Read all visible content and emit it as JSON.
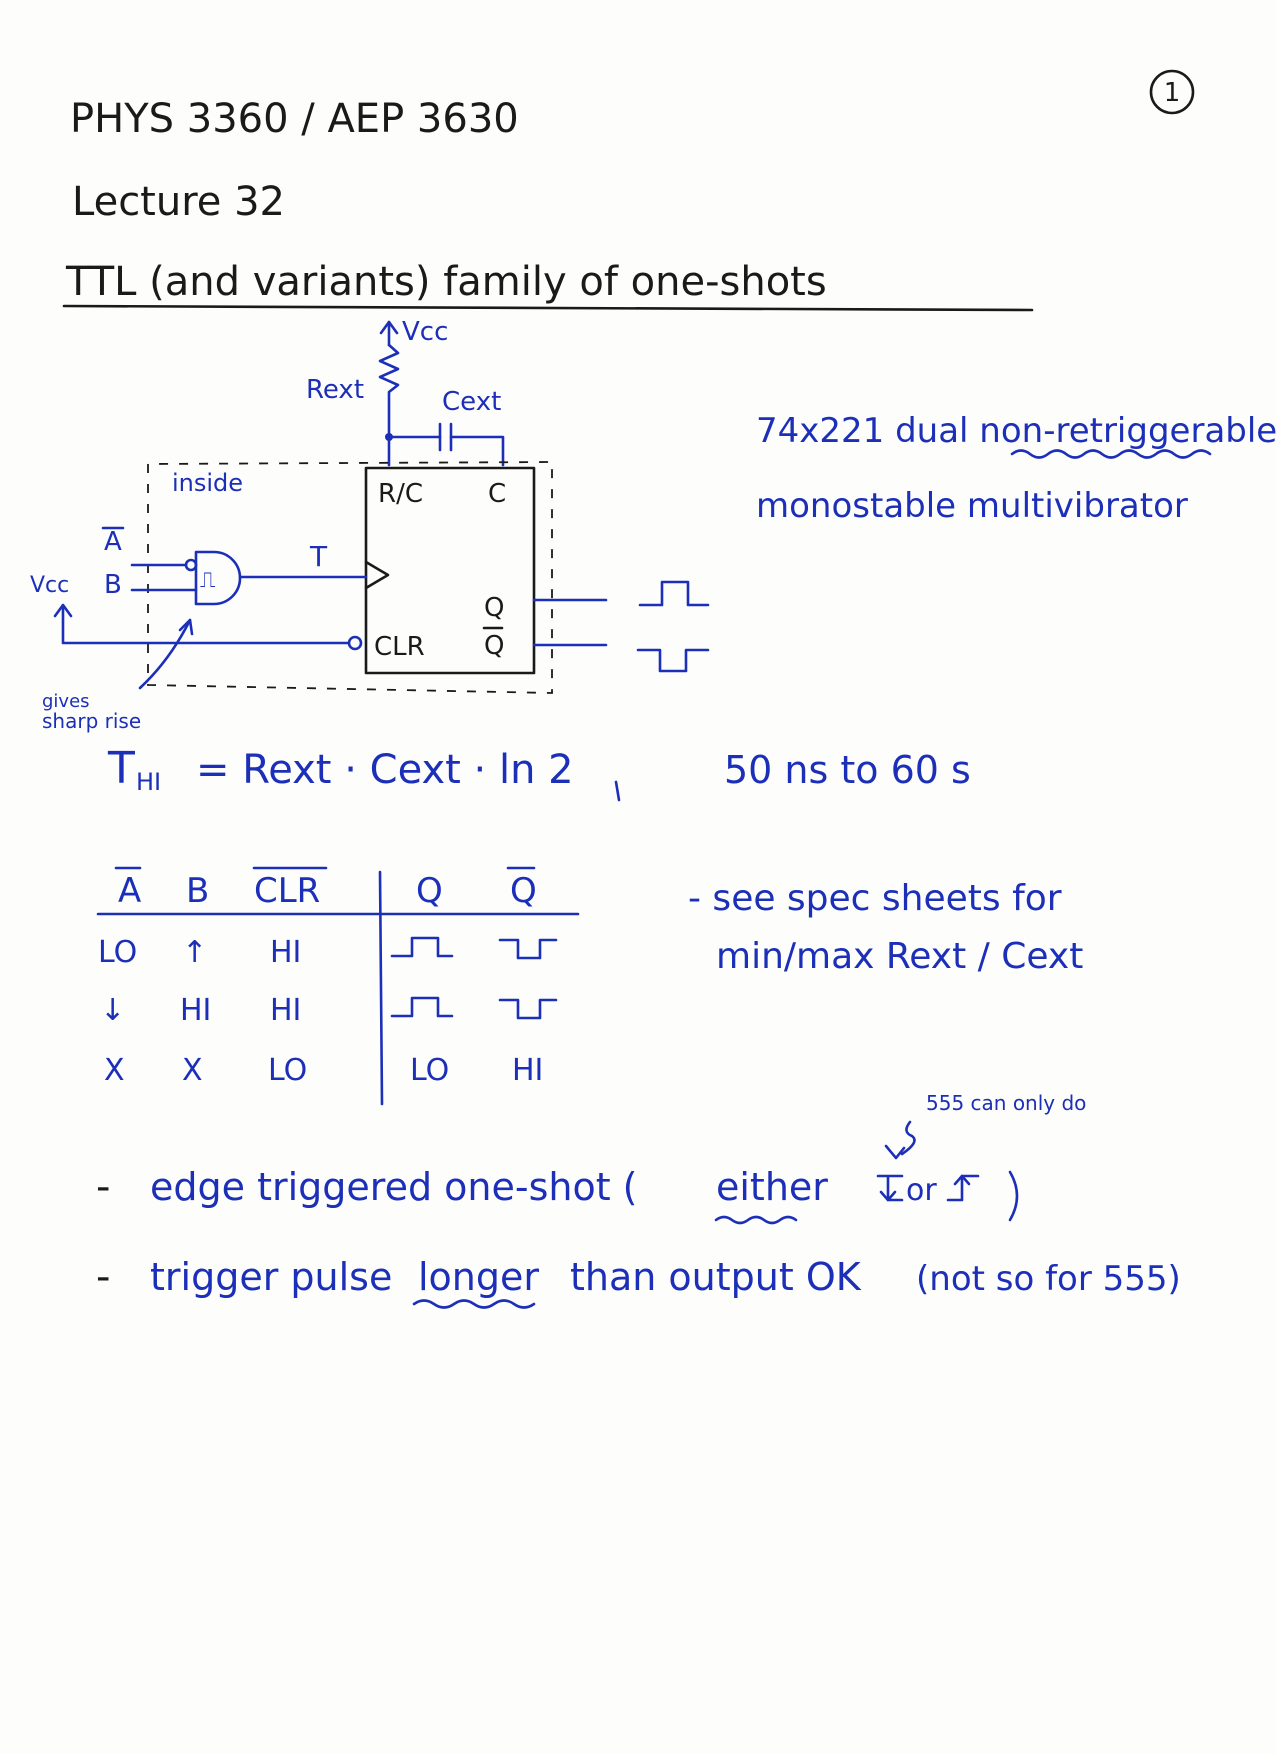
{
  "header": {
    "page_number": "1",
    "course": "PHYS 3360 / AEP 3630",
    "lecture": "Lecture 32",
    "topic": "TTL (and variants) family of one-shots"
  },
  "circuit": {
    "vcc_top": "Vcc",
    "rext": "Rext",
    "cext": "Cext",
    "inside": "inside",
    "pin_rc": "R/C",
    "pin_c": "C",
    "input_a": "A",
    "input_b": "B",
    "vcc_left": "Vcc",
    "trigger": "T",
    "pin_q": "Q",
    "pin_qbar": "Q",
    "pin_clr": "CLR",
    "gate_symbol": "⎍",
    "gives_note": "gives",
    "sharp_note": "sharp rise"
  },
  "description": {
    "line1": "74x221 dual non-retriggerable",
    "line2": "monostable multivibrator"
  },
  "formula": {
    "t_hi": "T",
    "t_hi_sub": "HI",
    "eq": "= Rext · Cext · ln 2",
    "range": "50 ns to 60 s"
  },
  "truth_table": {
    "headers": [
      "A",
      "B",
      "CLR",
      "Q",
      "Q"
    ],
    "rows": [
      [
        "LO",
        "↑",
        "HI"
      ],
      [
        "↓",
        "HI",
        "HI"
      ],
      [
        "X",
        "X",
        "LO",
        "LO",
        "HI"
      ]
    ]
  },
  "notes": {
    "spec_line1": "- see spec sheets for",
    "spec_line2": "min/max Rext / Cext",
    "side_note": "555 can only do",
    "bullet1_a": "edge triggered one-shot (",
    "bullet1_either": "either",
    "bullet1_or": "or",
    "bullet2_a": "trigger pulse",
    "bullet2_longer": "longer",
    "bullet2_b": "than output OK",
    "bullet2_c": "(not so for 555)",
    "dash": "-"
  }
}
